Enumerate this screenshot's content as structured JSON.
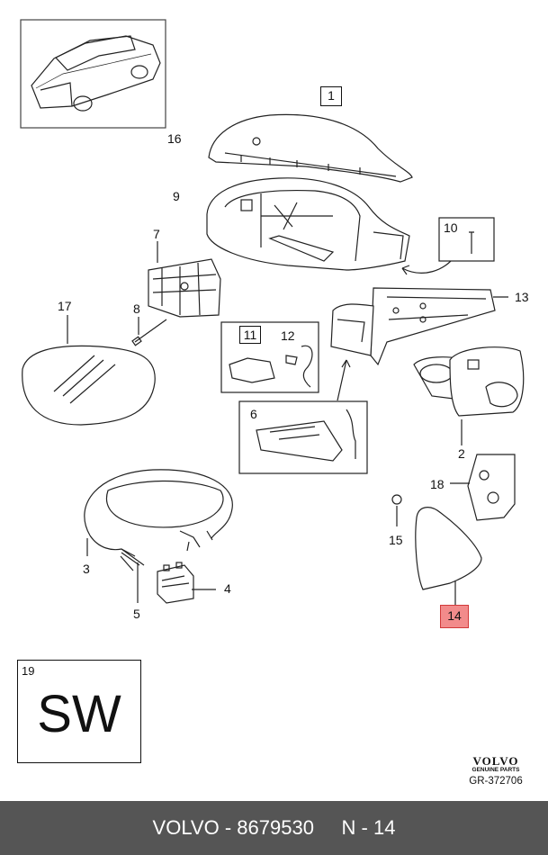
{
  "callouts": {
    "c1": "1",
    "c16": "16",
    "c9": "9",
    "c10": "10",
    "c7": "7",
    "c13": "13",
    "c17": "17",
    "c8": "8",
    "c11": "11",
    "c12": "12",
    "c6": "6",
    "c2": "2",
    "c18": "18",
    "c15": "15",
    "c3": "3",
    "c4": "4",
    "c5": "5",
    "c14": "14"
  },
  "note_box": {
    "number": "19",
    "text": "SW"
  },
  "brand": {
    "name": "VOLVO",
    "subtitle": "GENUINE PARTS",
    "reference": "GR-372706"
  },
  "footer": {
    "make": "VOLVO",
    "part_number": "8679530",
    "position": "N - 14",
    "separator": " - "
  },
  "colors": {
    "highlight": "#f28b8b",
    "footer_bg": "#555555"
  }
}
